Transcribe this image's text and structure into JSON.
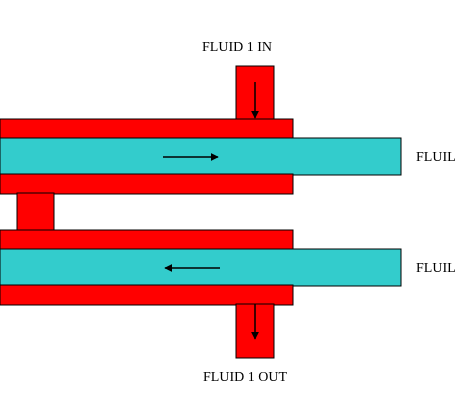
{
  "labels": {
    "fluid1_in": "FLUID 1 IN",
    "fluid1_out": "FLUID 1 OUT",
    "fluid2_upper": "FLUIL",
    "fluid2_lower": "FLUIL"
  },
  "colors": {
    "shell": "#ff0000",
    "tube": "#33cccc",
    "outline": "#000000",
    "arrow": "#000000",
    "background": "#ffffff"
  },
  "flow_directions": {
    "fluid1_inlet": "down",
    "upper_tube": "right",
    "lower_tube": "left",
    "fluid1_outlet": "down"
  }
}
